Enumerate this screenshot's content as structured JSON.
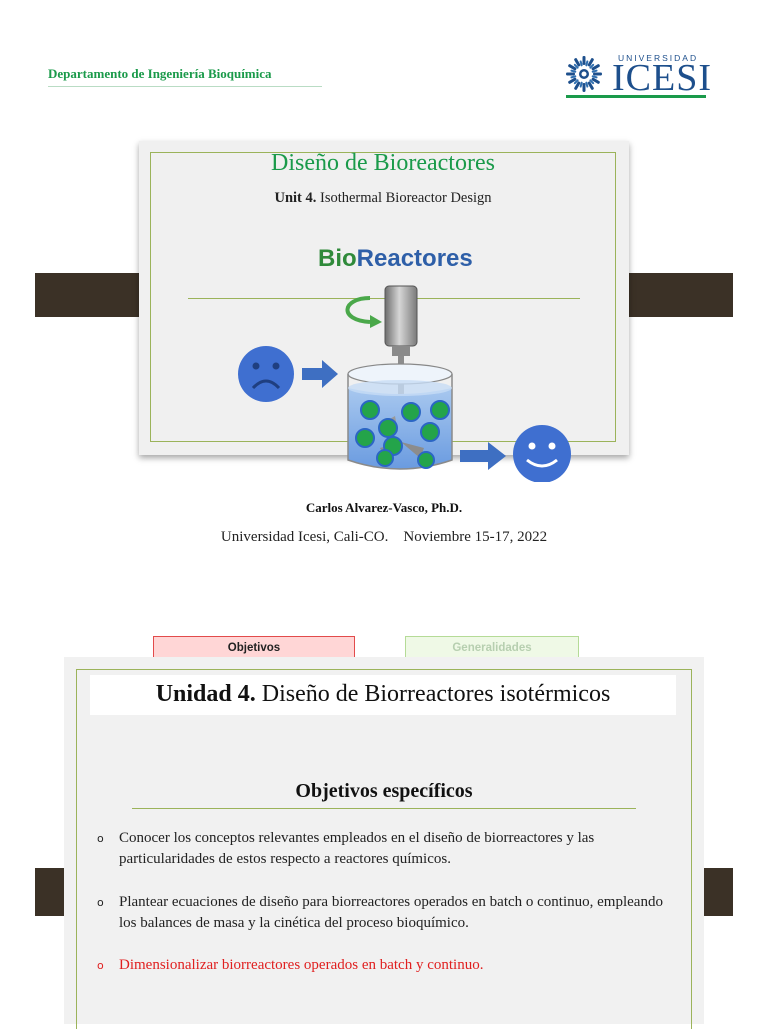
{
  "header": {
    "department": "Departamento de Ingeniería Bioquímica",
    "logo_top": "UNIVERSIDAD",
    "logo_name": "ICESI"
  },
  "slide1": {
    "title": "Diseño de Bioreactores",
    "unit_label": "Unit 4.",
    "unit_text": "Isothermal Bioreactor Design",
    "bio_prefix": "Bio",
    "bio_suffix": "Reactores",
    "author": "Carlos Alvarez-Vasco, Ph.D.",
    "venue": "Universidad Icesi, Cali-CO.    Noviembre 15-17, 2022"
  },
  "nav": {
    "objetivos": "Objetivos",
    "generalidades": "Generalidades"
  },
  "slide2": {
    "title_bold": "Unidad 4.",
    "title_rest": " Diseño de Biorreactores isotérmicos",
    "heading": "Objetivos específicos",
    "bullets": [
      "Conocer los conceptos relevantes empleados en el diseño de biorreactores y las particularidades de estos respecto a reactores químicos.",
      "Plantear ecuaciones de diseño para biorreactores operados en batch o continuo, empleando los balances de masa y la cinética del proceso bioquímico.",
      "Dimensionalizar biorreactores operados en batch y continuo."
    ],
    "bullet_marker": "o"
  },
  "colors": {
    "green": "#1a9a4a",
    "blue_logo": "#1d4f8c",
    "olive_frame": "#9bb35a",
    "tab_dark": "#3b3126",
    "highlight_red": "#e02020"
  }
}
